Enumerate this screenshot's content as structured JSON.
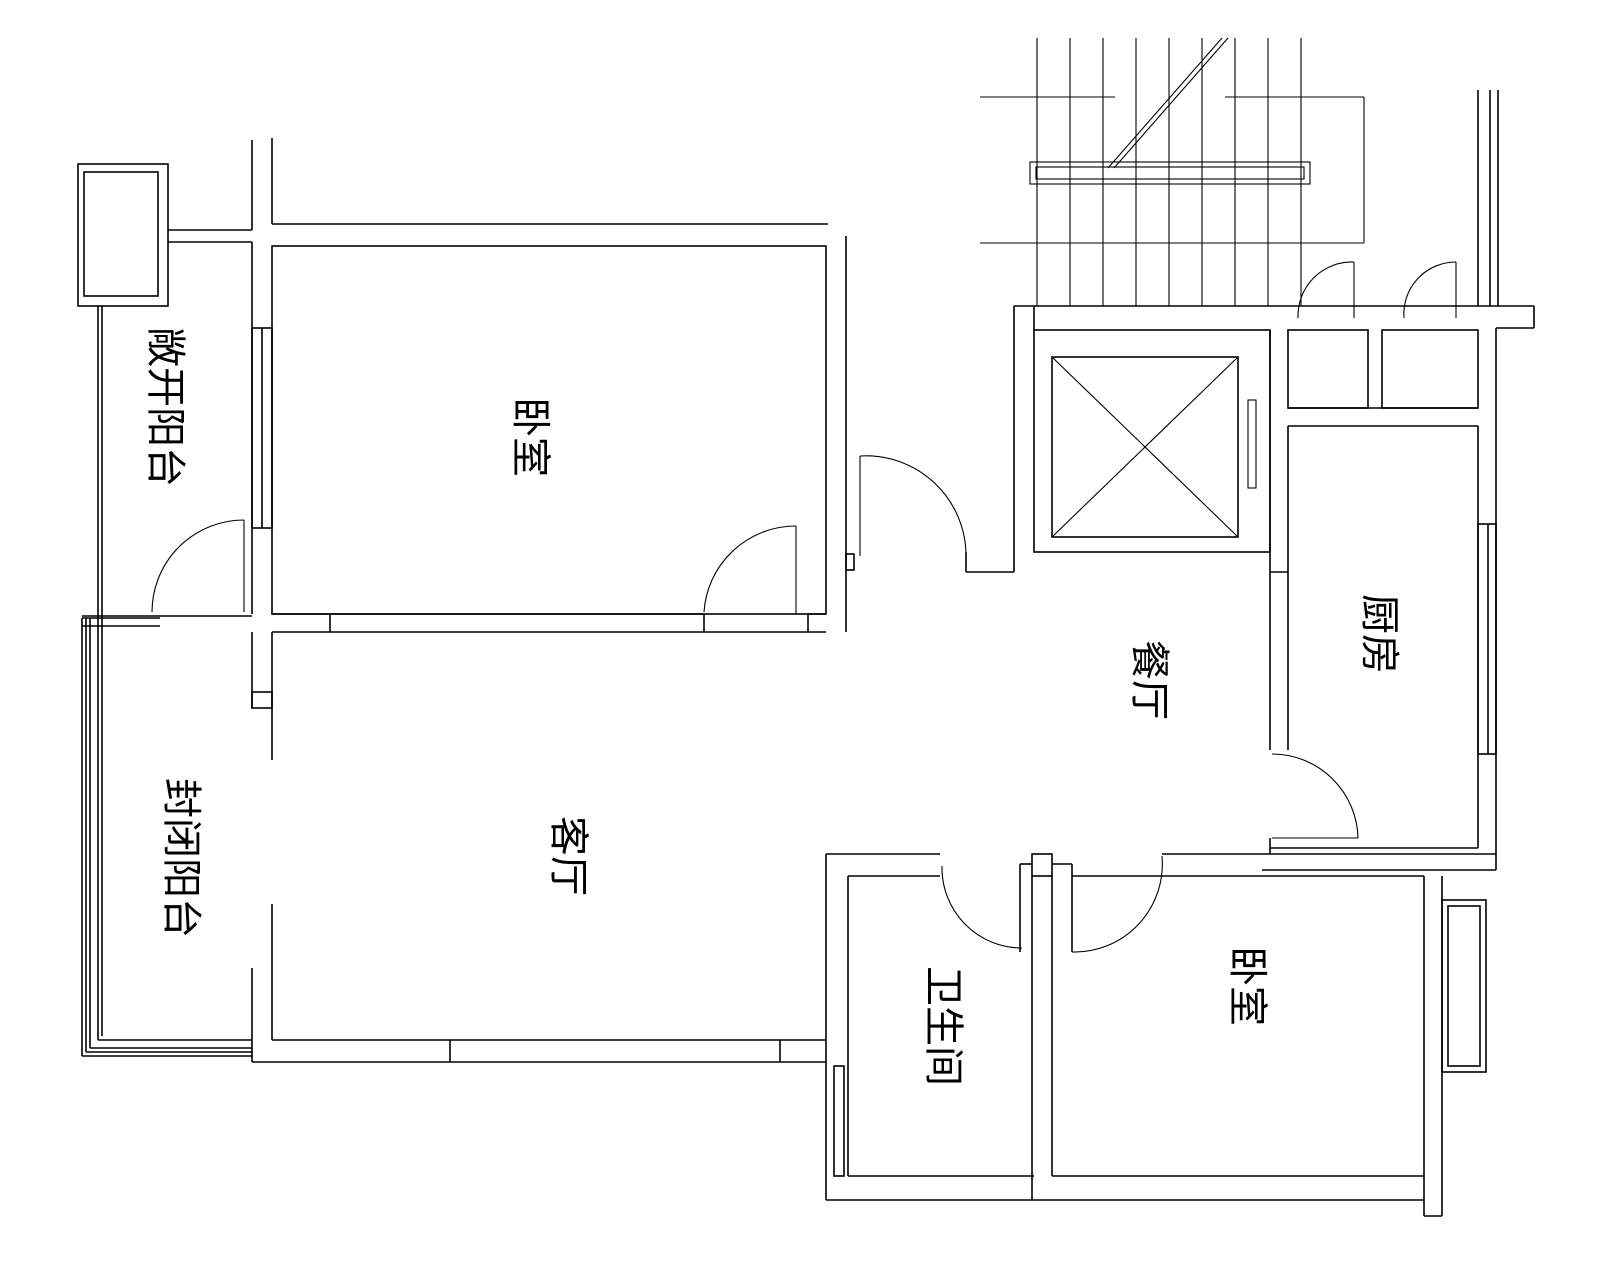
{
  "rooms": {
    "bedroom_top": "卧室",
    "open_balcony": "敞开阳台",
    "enclosed_balcony": "封闭阳台",
    "living_room": "客厅",
    "dining_room": "餐厅",
    "kitchen": "厨房",
    "bathroom": "卫生间",
    "bedroom_bottom": "卧室"
  },
  "colors": {
    "line": "#000000",
    "background": "#ffffff"
  }
}
